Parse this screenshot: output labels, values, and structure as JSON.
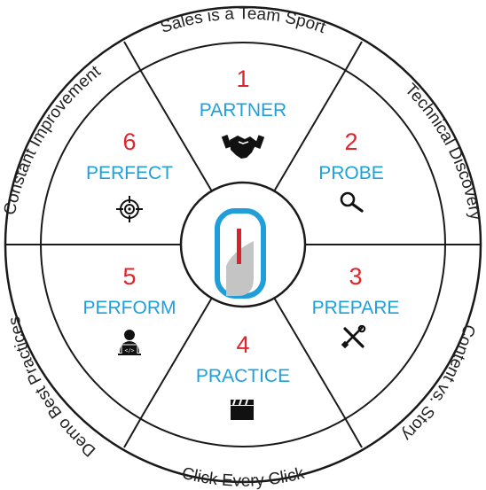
{
  "colors": {
    "number": "#e0242b",
    "step": "#1ea0dc",
    "outline": "#1a1a1a",
    "logo_blue": "#1f9ed9",
    "logo_red": "#d9232b"
  },
  "steps": [
    {
      "number": "1",
      "label": "PARTNER",
      "icon": "handshake-icon"
    },
    {
      "number": "2",
      "label": "PROBE",
      "icon": "magnifier-icon"
    },
    {
      "number": "3",
      "label": "PREPARE",
      "icon": "tools-icon"
    },
    {
      "number": "4",
      "label": "PRACTICE",
      "icon": "clapperboard-icon"
    },
    {
      "number": "5",
      "label": "PERFORM",
      "icon": "presenter-icon"
    },
    {
      "number": "6",
      "label": "PERFECT",
      "icon": "target-icon"
    }
  ],
  "ring": [
    "Sales is a Team Sport",
    "Technical Discovery",
    "Content vs. Story",
    "Click Every Click",
    "Demo Best Practices",
    "Constant Improvement"
  ],
  "center": {
    "icon": "mouse-logo-icon"
  }
}
